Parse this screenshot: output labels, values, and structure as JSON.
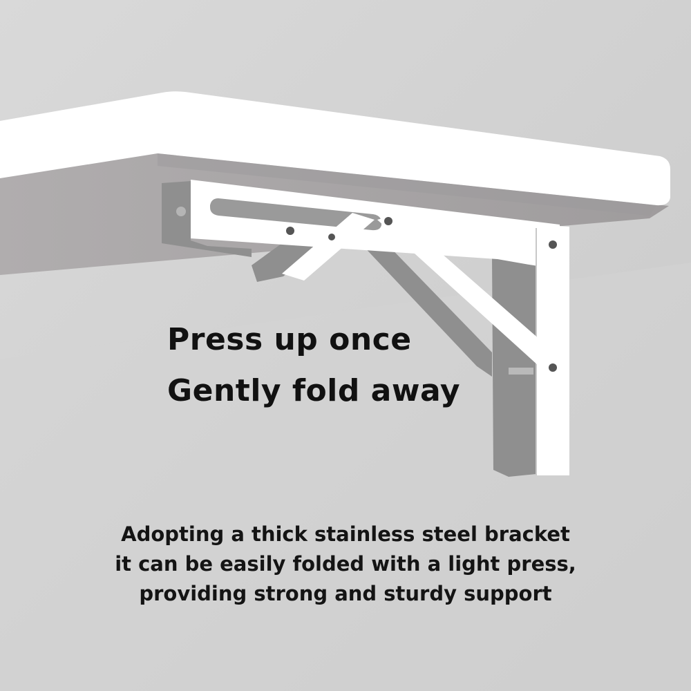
{
  "headline": {
    "line1": "Press up once",
    "line2": "Gently fold away"
  },
  "description": {
    "line1": "Adopting a thick stainless steel bracket",
    "line2": "it can be easily folded with a light press,",
    "line3": "providing strong and sturdy support"
  },
  "colors": {
    "background": "#d2d2d2",
    "shelf_top": "#ffffff",
    "shelf_underside": "#a7a4a5",
    "bracket_white": "#ffffff",
    "bracket_shadow": "#8f8f8f",
    "text": "#111111"
  }
}
